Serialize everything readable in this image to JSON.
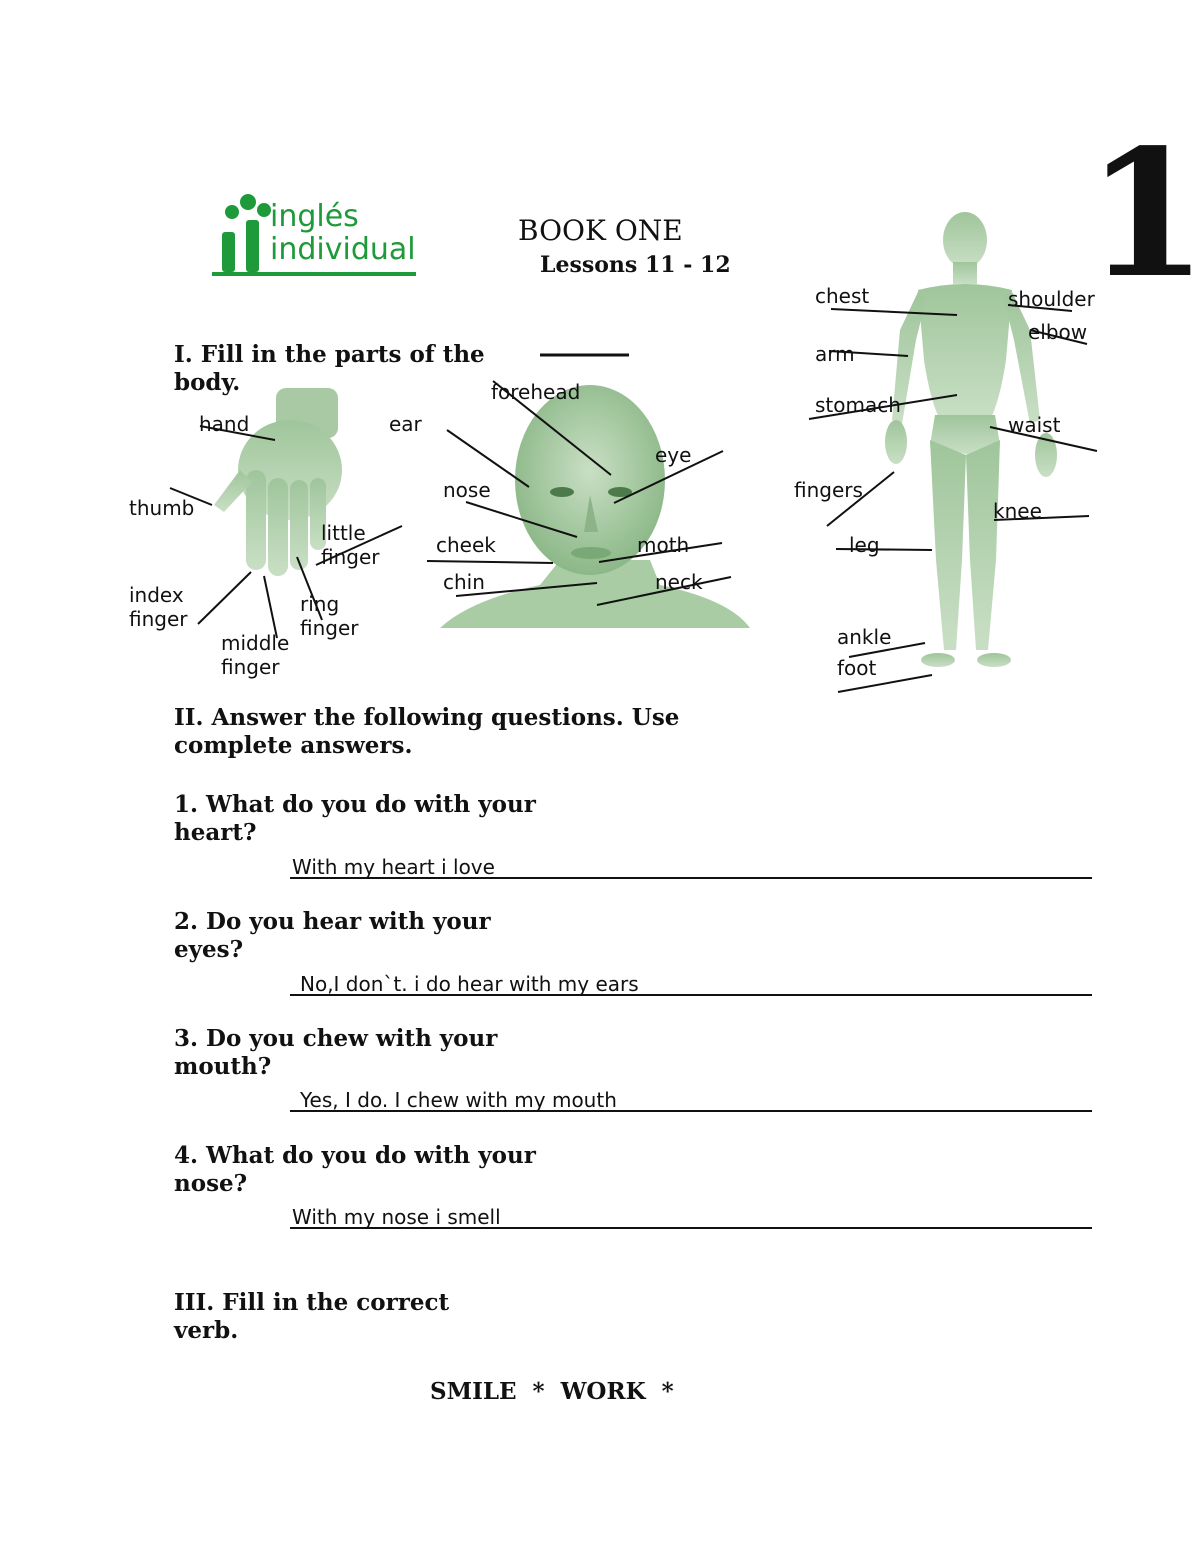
{
  "brand": {
    "line1": "inglés",
    "line2": "individual",
    "color": "#1f9a3a"
  },
  "page_number": "1",
  "header": {
    "title": "BOOK ONE",
    "subtitle": "Lessons 11 - 12"
  },
  "section1": {
    "heading": "I. Fill in the parts of the body.",
    "hand_labels": {
      "hand": "hand",
      "thumb": "thumb",
      "little": "little\nfinger",
      "index": "index\nfinger",
      "middle": "middle\nfinger",
      "ring": "ring\nfinger"
    },
    "head_labels": {
      "forehead": "forehead",
      "ear": "ear",
      "eye": "eye",
      "nose": "nose",
      "cheek": "cheek",
      "mouth": "moth",
      "chin": "chin",
      "neck": "neck"
    },
    "body_labels": {
      "chest": "chest",
      "shoulder": "shoulder",
      "elbow": "elbow",
      "arm": "arm",
      "stomach": "stomach",
      "waist": "waist",
      "fingers": "fingers",
      "knee": "knee",
      "leg": "leg",
      "ankle": "ankle",
      "foot": "foot"
    }
  },
  "section2": {
    "heading": "II. Answer the following questions. Use complete answers.",
    "questions": [
      {
        "q": "1. What do you do with your heart?",
        "a": "With my heart i love"
      },
      {
        "q": "2. Do you hear with your eyes?",
        "a": "No,I don`t. i do hear with my ears"
      },
      {
        "q": "3. Do you chew with your mouth?",
        "a": "Yes, I do. I chew with my mouth"
      },
      {
        "q": "4. What do you do with your nose?",
        "a": "With my nose i smell"
      }
    ]
  },
  "section3": {
    "heading": "III. Fill in the correct verb.",
    "verbs": "SMILE  *  WORK  *"
  }
}
